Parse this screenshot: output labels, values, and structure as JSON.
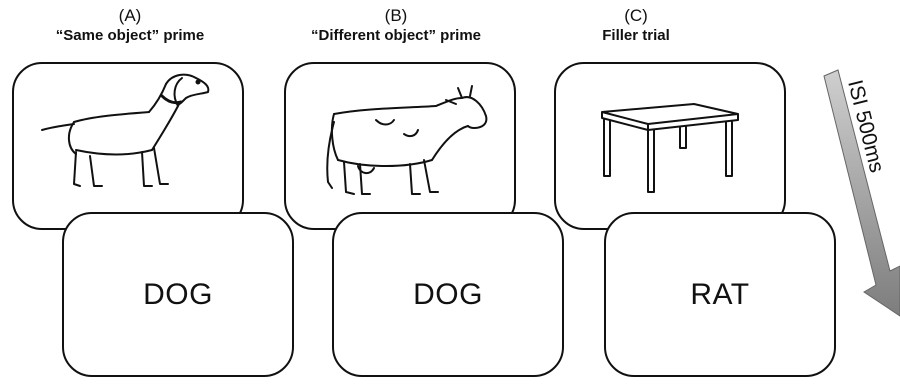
{
  "columns": [
    {
      "letter": "(A)",
      "title": "“Same object” prime",
      "picture": "dog",
      "word": "DOG"
    },
    {
      "letter": "(B)",
      "title": "“Different object” prime",
      "picture": "cow",
      "word": "DOG"
    },
    {
      "letter": "(C)",
      "title": "Filler trial",
      "picture": "table",
      "word": "RAT"
    }
  ],
  "isi": {
    "label": "ISI 500ms",
    "arrow_color": "#8a8a8a"
  }
}
